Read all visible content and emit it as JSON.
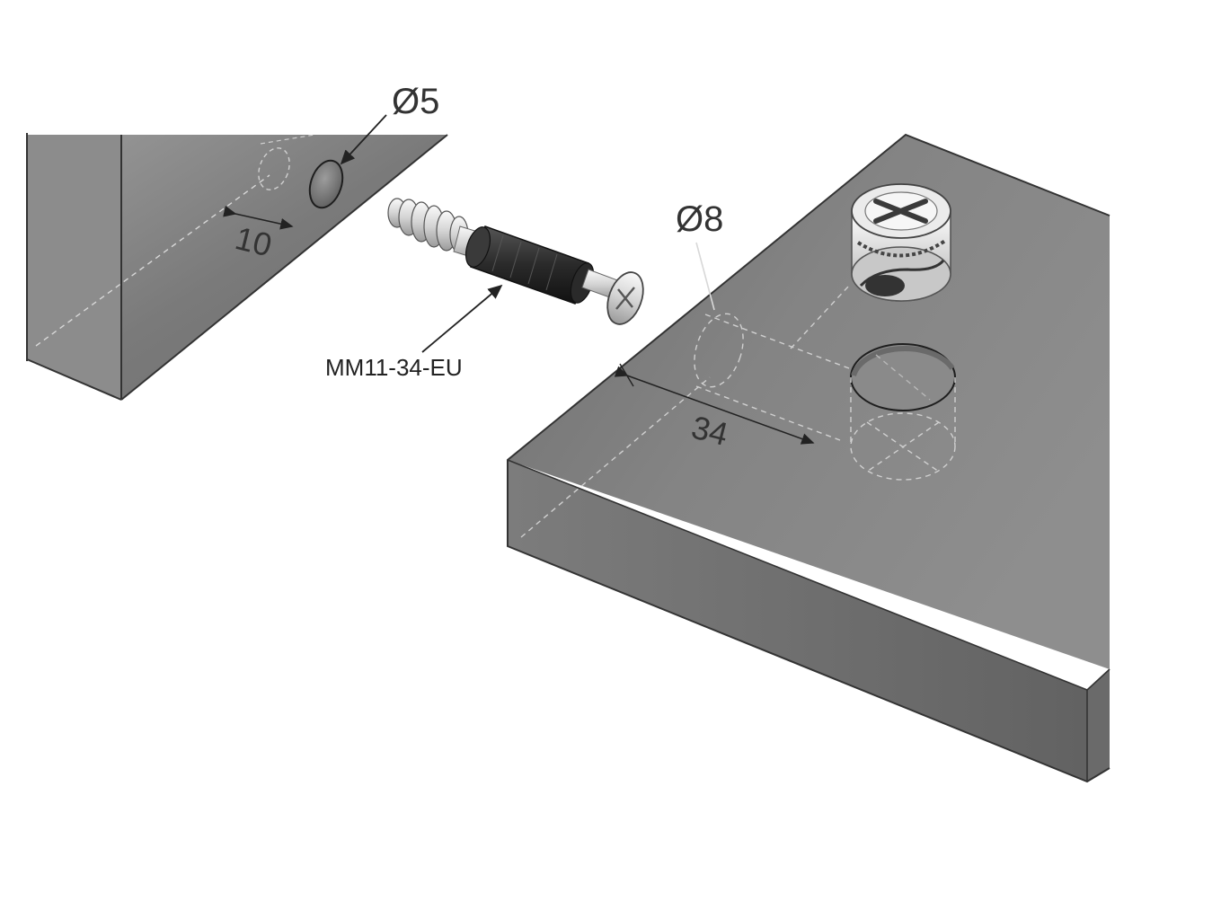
{
  "labels": {
    "small_hole_diameter": "Ø5",
    "large_hole_diameter": "Ø8",
    "edge_distance": "10",
    "bolt_spacing": "34",
    "part_number": "MM11-34-EU"
  },
  "colors": {
    "panel_face": "#707070",
    "panel_top": "#808080",
    "panel_edge": "#5e5e5e",
    "metal": "#e4e4e4",
    "sleeve": "#2b2b2b",
    "line": "#2a2a2a"
  }
}
